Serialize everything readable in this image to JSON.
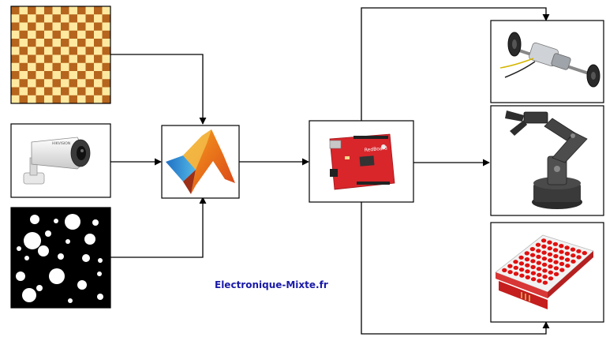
{
  "watermark": {
    "text": "Electronique-Mixte.fr",
    "color": "#1a1aa8"
  },
  "inputs": [
    {
      "name": "checkerboard-pattern",
      "colors": [
        "#b5651d",
        "#ffe9a0"
      ]
    },
    {
      "name": "security-camera",
      "brand_mark": "HIKVISION"
    },
    {
      "name": "dot-pattern",
      "colors": [
        "#000000",
        "#ffffff"
      ]
    }
  ],
  "processor": {
    "name": "matlab-logo"
  },
  "controller": {
    "name": "arduino-board",
    "board_color": "#d8262b",
    "board_mark": "RedBoard"
  },
  "outputs": [
    {
      "name": "dc-motor-wheel-assembly"
    },
    {
      "name": "robotic-arm"
    },
    {
      "name": "led-dot-matrix",
      "led_color": "#e01010"
    }
  ]
}
